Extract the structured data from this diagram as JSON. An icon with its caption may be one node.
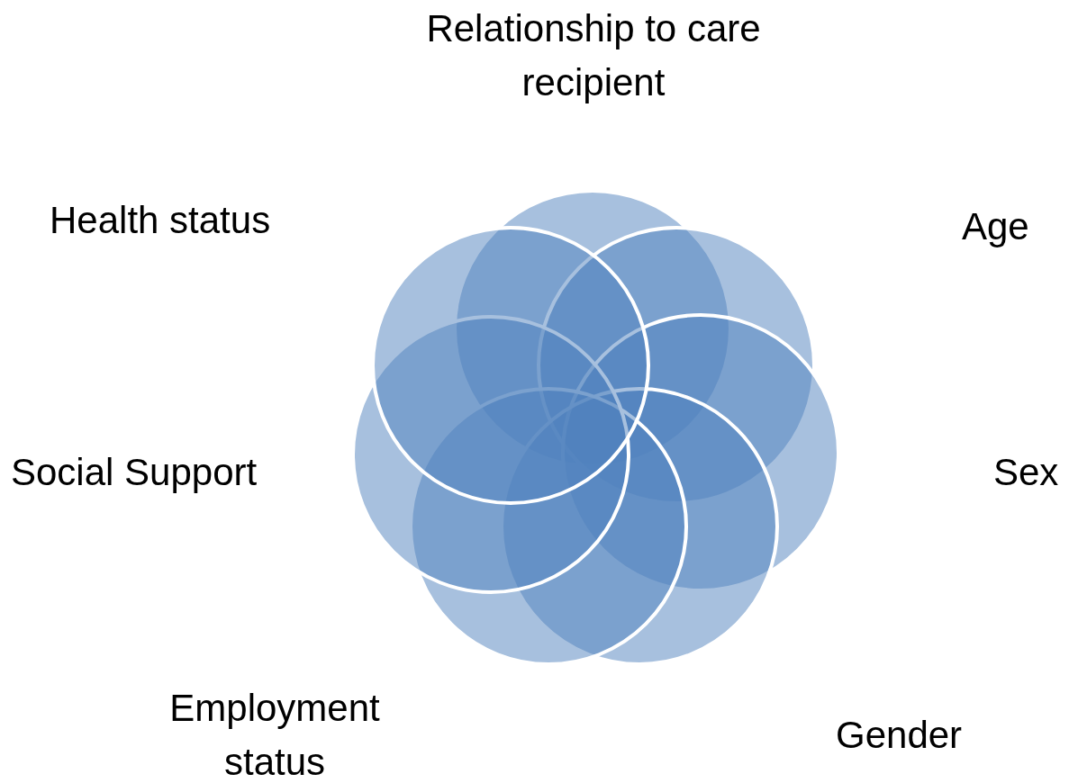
{
  "diagram": {
    "nodes": [
      {
        "text": [],
        "shape": "circle"
      },
      {
        "text": [],
        "shape": "circle"
      },
      {
        "text": [],
        "shape": "circle"
      },
      {
        "text": [],
        "shape": "circle"
      },
      {
        "text": [],
        "shape": "circle"
      },
      {
        "text": [],
        "shape": "circle"
      },
      {
        "text": [],
        "shape": "circle"
      }
    ],
    "labels": [
      "Relationship to care recipient",
      "Health status",
      "Age",
      "Social Support",
      "Sex",
      "Employment status",
      "Gender"
    ]
  }
}
